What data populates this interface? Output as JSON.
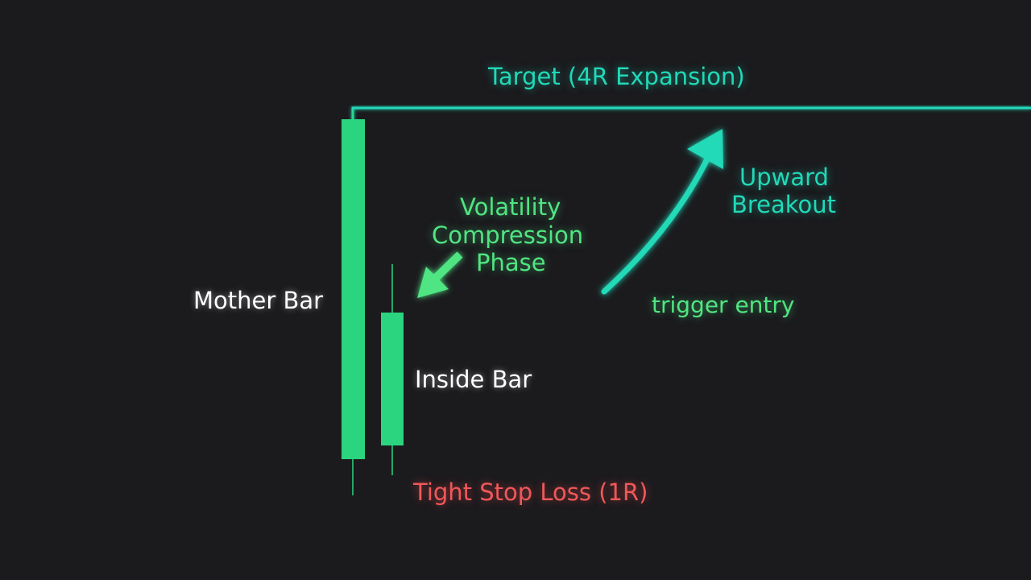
{
  "labels": {
    "target": "Target (4R Expansion)",
    "upward_breakout_line1": "Upward",
    "upward_breakout_line2": "Breakout",
    "volatility_line1": "Volatility",
    "volatility_line2": "Compression",
    "volatility_line3": "Phase",
    "trigger_entry": "trigger entry",
    "mother_bar": "Mother Bar",
    "inside_bar": "Inside Bar",
    "stop_loss": "Tight Stop Loss (1R)"
  },
  "colors": {
    "background": "#1b1b1e",
    "target": "#21d9b8",
    "candle": "#2bd47e",
    "trigger": "#50e582",
    "stop": "#f0585a",
    "label_white": "#ffffff"
  }
}
